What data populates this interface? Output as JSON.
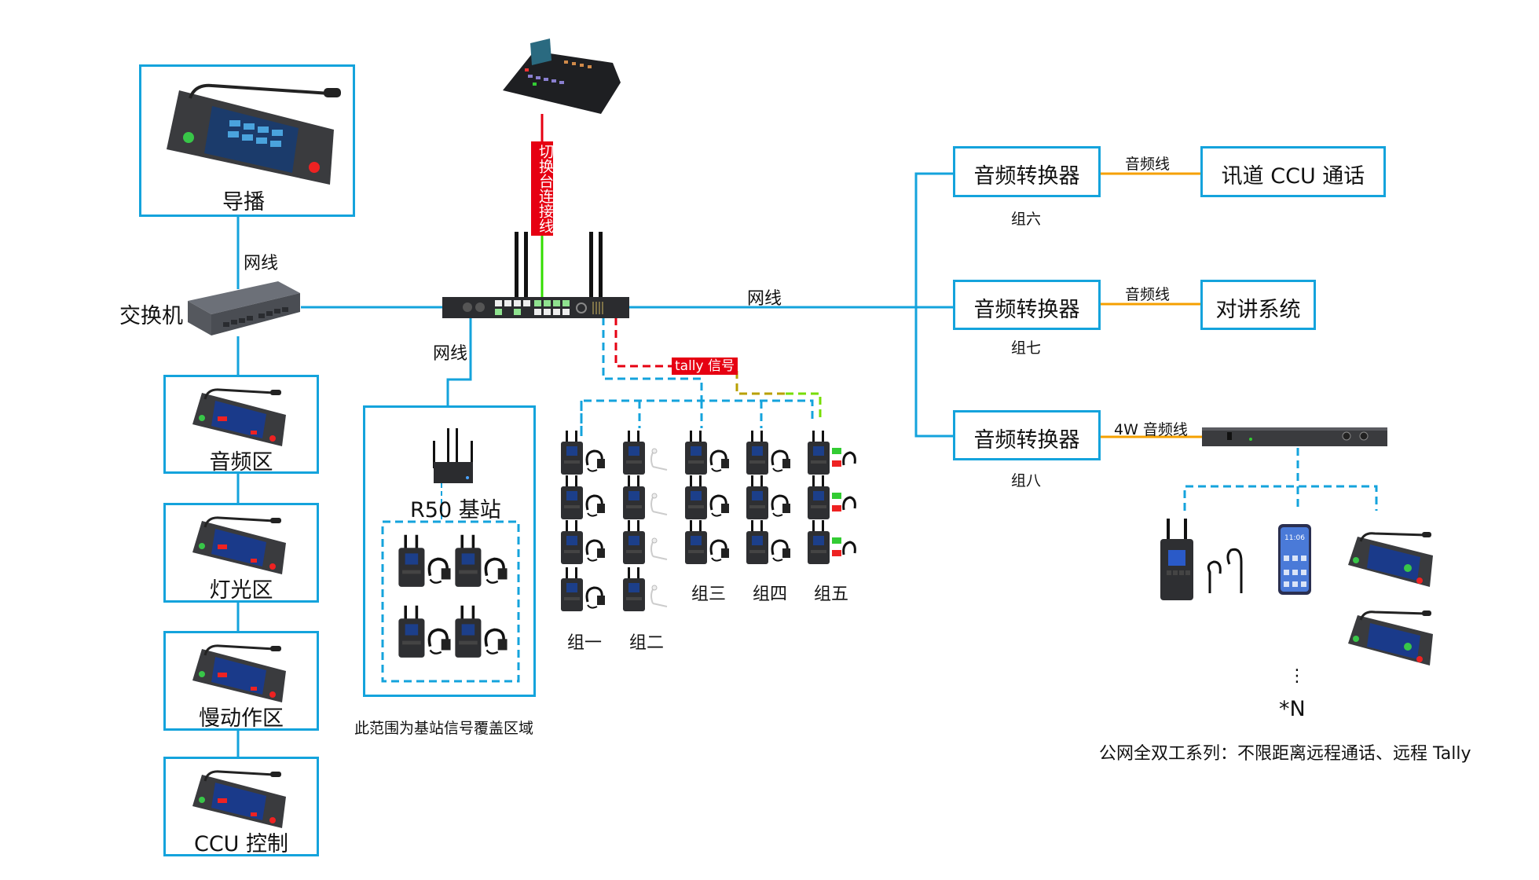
{
  "colors": {
    "network_line": "#14a3dc",
    "audio_line": "#f5a000",
    "tally_red": "#e60012",
    "switcher_line_green": "#33dd00",
    "tally_yellow": "#b8a000",
    "tally_green": "#77dd00",
    "box_border": "#14a3dc"
  },
  "director": {
    "label": "导播",
    "icon": "desk-intercom-console"
  },
  "switch": {
    "label": "交换机",
    "icon": "network-switch"
  },
  "switcher": {
    "icon": "video-switcher-console",
    "cable_label": "切换台连接线"
  },
  "cables": {
    "net_top": "网线",
    "net_main": "网线",
    "net_r50": "网线",
    "audio_1": "音频线",
    "audio_2": "音频线",
    "audio_4w": "4W 音频线"
  },
  "left_panels": [
    {
      "label": "音频区"
    },
    {
      "label": "灯光区"
    },
    {
      "label": "慢动作区"
    },
    {
      "label": "CCU 控制"
    }
  ],
  "main_unit": {
    "icon": "wireless-intercom-main-station"
  },
  "r50": {
    "label": "R50 基站",
    "coverage_note": "此范围为基站信号覆盖区域",
    "beltpack_count": 4
  },
  "tally": {
    "label": "tally 信号"
  },
  "groups": [
    {
      "label": "组一",
      "count": 4,
      "accessory": "headset"
    },
    {
      "label": "组二",
      "count": 4,
      "accessory": "earpiece"
    },
    {
      "label": "组三",
      "count": 3,
      "accessory": "headset"
    },
    {
      "label": "组四",
      "count": 3,
      "accessory": "headset"
    },
    {
      "label": "组五",
      "count": 3,
      "accessory": "tally-lights-headset"
    }
  ],
  "converters": [
    {
      "label": "音频转换器",
      "group": "组六",
      "link": "音频线",
      "target": "讯道 CCU 通话"
    },
    {
      "label": "音频转换器",
      "group": "组七",
      "link": "音频线",
      "target": "对讲系统"
    },
    {
      "label": "音频转换器",
      "group": "组八",
      "link": "4W 音频线",
      "target": "rack-interface"
    }
  ],
  "public_network": {
    "devices": [
      "beltpack-with-earphone",
      "smartphone",
      "desk-console",
      "desk-console"
    ],
    "phone_time": "11:06",
    "ellipsis": "⋮",
    "count_label": "*N",
    "caption": "公网全双工系列：不限距离远程通话、远程 Tally"
  }
}
